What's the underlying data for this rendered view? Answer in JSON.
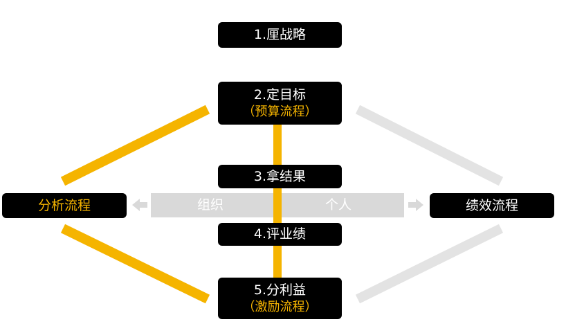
{
  "diagram": {
    "steps": [
      {
        "main": "1.厘战略"
      },
      {
        "main": "2.定目标",
        "sub": "（预算流程）"
      },
      {
        "main": "3.拿结果"
      },
      {
        "main": "4.评业绩"
      },
      {
        "main": "5.分利益",
        "sub": "（激励流程）"
      }
    ],
    "left_box": "分析流程",
    "right_box": "绩效流程",
    "band_left_label": "组织",
    "band_right_label": "个人",
    "colors": {
      "box_fill": "#000000",
      "accent_yellow": "#f5b400",
      "band_gray": "#d9d9d9",
      "connector_gray": "#e3e3e3"
    }
  }
}
